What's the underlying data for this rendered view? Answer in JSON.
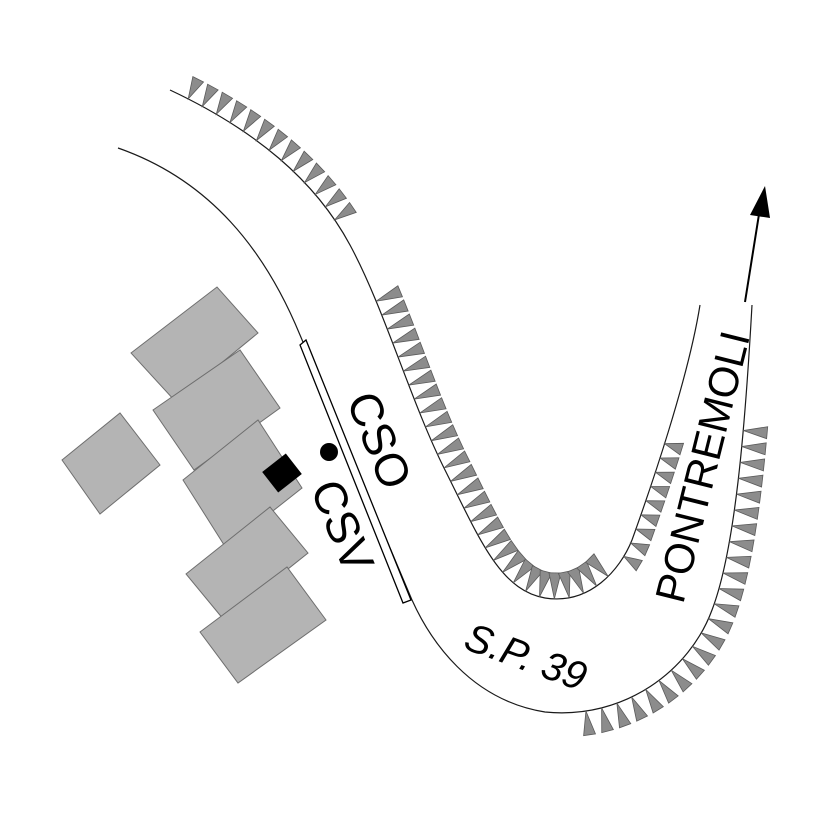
{
  "labels": {
    "cso": "CSO",
    "csv": "CSV",
    "road": "S.P. 39",
    "direction": "PONTREMOLI"
  },
  "legend_icons": {
    "station": "filled-circle",
    "direction_arrow": "arrow-up-right",
    "embankment": "triangle-hachure"
  },
  "colors": {
    "road_edge": "#1a1a1a",
    "embankment": "#8c8c8c",
    "buildings": "#b4b4b4",
    "marker": "#000000",
    "background": "#ffffff"
  }
}
